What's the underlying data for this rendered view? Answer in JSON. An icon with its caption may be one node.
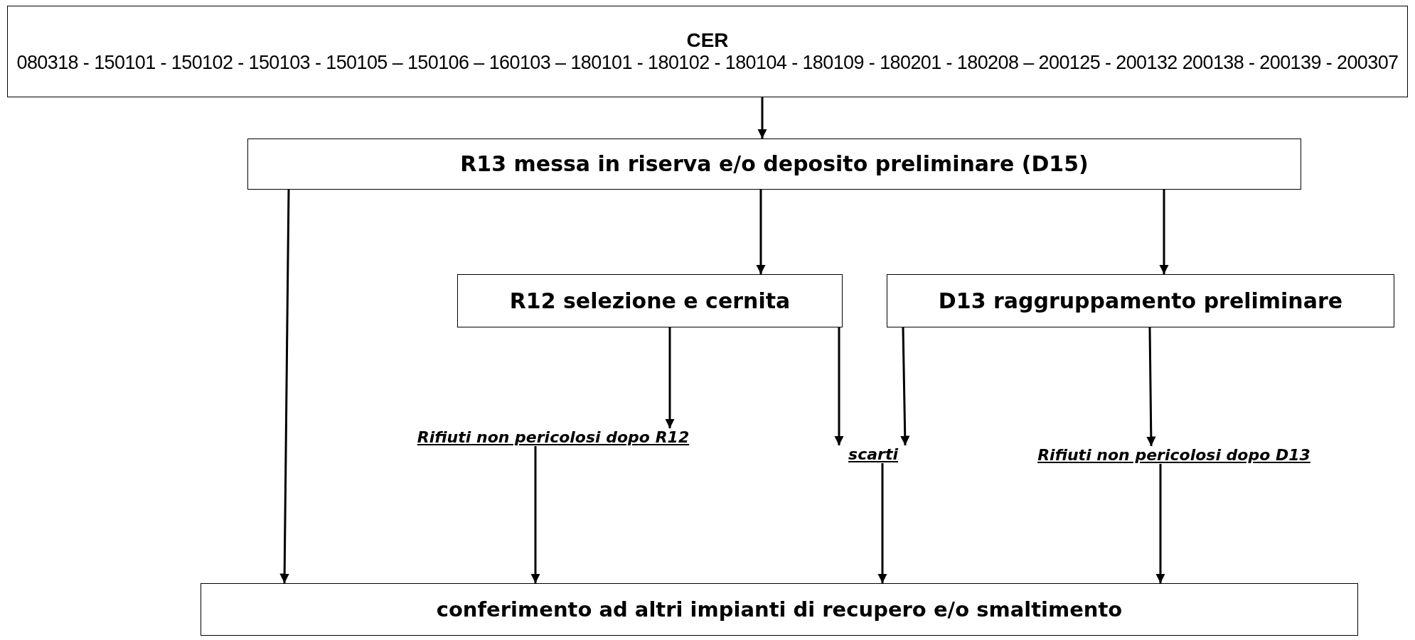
{
  "diagram": {
    "nodes": [
      {
        "text": [
          "CER",
          "080318 - 150101 - 150102 - 150103 - 150105 – 150106 – 160103 – 180101 - 180102 - 180104 - 180109 - 180201 - 180208 – 200125 - 200132 200138 - 200139 - 200307"
        ]
      },
      {
        "text": [
          "R13 messa in riserva e/o deposito preliminare (D15)"
        ]
      },
      {
        "text": [
          "R12 selezione e cernita"
        ]
      },
      {
        "text": [
          "D13 raggruppamento preliminare"
        ]
      },
      {
        "text": [
          "Rifiuti non pericolosi dopo R12"
        ]
      },
      {
        "text": [
          "scarti"
        ]
      },
      {
        "text": [
          "Rifiuti non pericolosi dopo D13"
        ]
      },
      {
        "text": [
          "conferimento ad altri impianti di recupero e/o smaltimento"
        ]
      }
    ],
    "edges": [
      {
        "from": 0,
        "to": 1,
        "arrow": "to"
      },
      {
        "from": 1,
        "to": 7,
        "arrow": "to"
      },
      {
        "from": 1,
        "to": 2,
        "arrow": "to"
      },
      {
        "from": 1,
        "to": 3,
        "arrow": "to"
      },
      {
        "from": 2,
        "to": 4,
        "arrow": "to"
      },
      {
        "from": 2,
        "to": 5,
        "arrow": "to"
      },
      {
        "from": 3,
        "to": 5,
        "arrow": "to"
      },
      {
        "from": 3,
        "to": 6,
        "arrow": "to"
      },
      {
        "from": 4,
        "to": 7,
        "arrow": "to"
      },
      {
        "from": 5,
        "to": 7,
        "arrow": "to"
      },
      {
        "from": 6,
        "to": 7,
        "arrow": "to"
      }
    ]
  }
}
